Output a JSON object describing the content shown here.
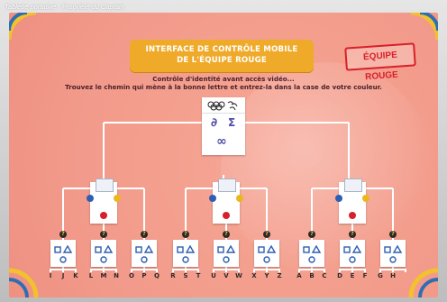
{
  "tablet": {
    "caption": "Tablette portative - Propriété du Captain"
  },
  "header": {
    "title_line1": "INTERFACE DE CONTRÔLE MOBILE",
    "title_line2": "DE L'ÉQUIPE ROUGE",
    "team_stamp": "ÉQUIPE ROUGE"
  },
  "instructions": {
    "line1": "Contrôle d'identité avant accès vidéo...",
    "line2": "Trouvez le chemin qui mène à la bonne lettre et entrez-la dans la case de votre couleur."
  },
  "terminal_badge": "?",
  "letters": [
    "I",
    "J",
    "K",
    "L",
    "M",
    "N",
    "O",
    "P",
    "Q",
    "R",
    "S",
    "T",
    "U",
    "V",
    "W",
    "X",
    "Y",
    "Z",
    "A",
    "B",
    "C",
    "D",
    "E",
    "F",
    "G",
    "H"
  ],
  "colors": {
    "red": "#d8202a",
    "blue": "#2e5fb2",
    "yellow": "#e8b81e",
    "banner": "#f0aa2a",
    "symbol": "#4f4aa3"
  }
}
